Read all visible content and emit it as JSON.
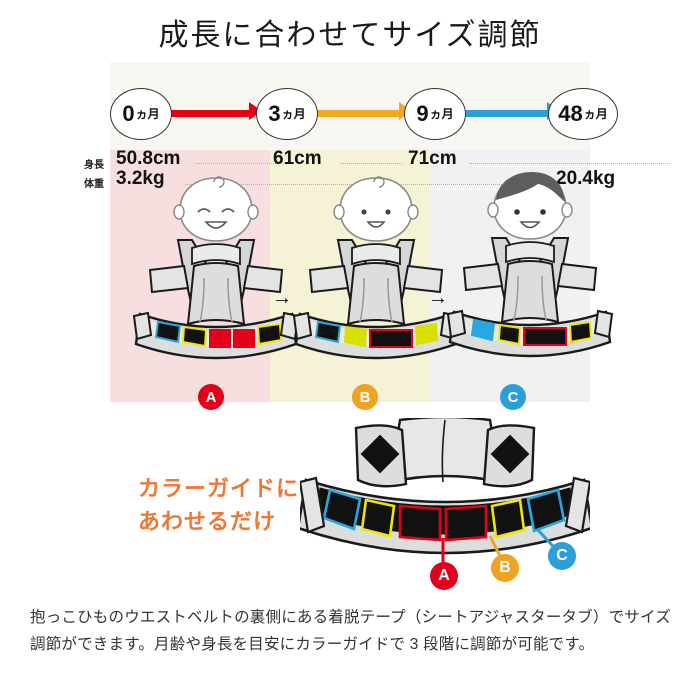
{
  "title": "成長に合わせてサイズ調節",
  "timeline": {
    "stages": [
      {
        "num": "0",
        "unit": "ヵ月",
        "arrow_color": "#e60012"
      },
      {
        "num": "3",
        "unit": "ヵ月",
        "arrow_color": "#f5a623"
      },
      {
        "num": "9",
        "unit": "ヵ月",
        "arrow_color": "#2a9fd8"
      },
      {
        "num": "48",
        "unit": "ヵ月",
        "arrow_color": ""
      }
    ]
  },
  "metrics": {
    "height_label": "身長",
    "weight_label": "体重",
    "heights": [
      "50.8cm",
      "61cm",
      "71cm"
    ],
    "weights": [
      "3.2kg",
      "20.4kg"
    ]
  },
  "stages": [
    {
      "letter": "A",
      "color": "#e2001a",
      "band": "#f7dfe0",
      "active": "red"
    },
    {
      "letter": "B",
      "color": "#f0a323",
      "band": "#f5f2d5",
      "active": "yellow"
    },
    {
      "letter": "C",
      "color": "#2a9fd8",
      "band": "#f0f2f1",
      "active": "blue"
    }
  ],
  "separator_arrow": "→",
  "guide": {
    "line1": "カラーガイドに",
    "line2": "あわせるだけ",
    "callouts": [
      {
        "letter": "A",
        "color": "#e2001a"
      },
      {
        "letter": "B",
        "color": "#f0a323"
      },
      {
        "letter": "C",
        "color": "#2a9fd8"
      }
    ]
  },
  "caption": "抱っこひものウエストベルトの裏側にある着脱テープ（シートアジャスタータブ）でサイズ調節ができます。月齢や身長を目安にカラーガイドで 3 段階に調節が可能です。",
  "colors": {
    "red": "#e2001a",
    "yellow": "#f2e500",
    "blue": "#29a8e0",
    "orange_text": "#ee7733",
    "carrier_gray": "#d7d9d8",
    "carrier_light": "#eceeed",
    "outline": "#1a1a1a"
  }
}
